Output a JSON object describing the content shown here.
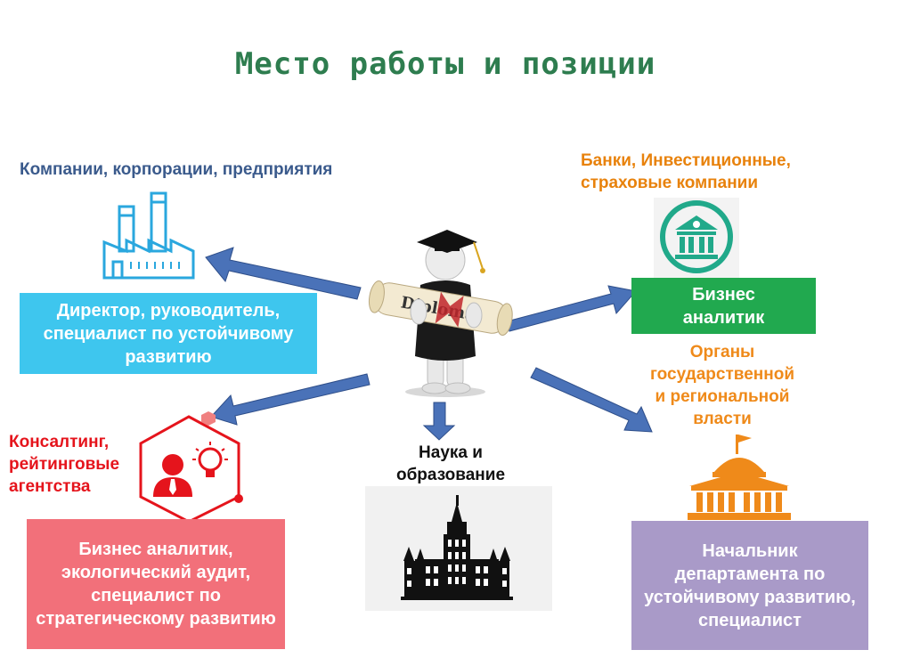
{
  "title": "Место работы и позиции",
  "colors": {
    "title": "#2e7d4f",
    "arrow": "#4a72b8",
    "companies": "#3a5a8c",
    "cyan_box": "#3ec6ee",
    "banks": "#e8820c",
    "green_box": "#21a94f",
    "consulting": "#e5141c",
    "pink_box": "#f2707a",
    "gov": "#ef8a1a",
    "purple_box": "#a99ac8",
    "bank_icon": "#21a98a"
  },
  "center": {
    "icon": "graduate-with-diploma-icon",
    "diploma_text": "Diploma"
  },
  "companies": {
    "header": "Компании, корпорации, предприятия",
    "icon": "factory-icon",
    "positions": "Директор, руководитель, специалист по устойчивому развитию"
  },
  "banks": {
    "header_line1": "Банки, Инвестиционные,",
    "header_line2": "страховые компании",
    "icon": "bank-icon",
    "positions_line1": "Бизнес",
    "positions_line2": "аналитик"
  },
  "government": {
    "header_line1": "Органы",
    "header_line2": "государственной",
    "header_line3": "и региональной",
    "header_line4": "власти",
    "icon": "government-building-icon",
    "positions": "Начальник департамента по устойчивому развитию, специалист"
  },
  "consulting": {
    "header_line1": "Консалтинг,",
    "header_line2": "рейтинговые",
    "header_line3": "агентства",
    "icon": "consultant-idea-icon",
    "positions": "Бизнес аналитик, экологический аудит, специалист по стратегическому развитию"
  },
  "science": {
    "header_line1": "Наука и",
    "header_line2": "образование",
    "icon": "university-building-icon"
  }
}
